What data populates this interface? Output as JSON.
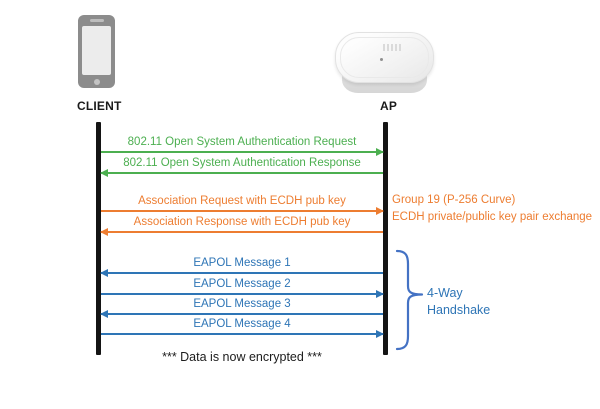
{
  "diagram": {
    "actors": [
      {
        "name": "CLIENT",
        "icon": "smartphone-icon"
      },
      {
        "name": "AP",
        "icon": "access-point-icon"
      }
    ],
    "messages": [
      {
        "label": "802.11 Open System Authentication Request",
        "direction": "right",
        "color": "#4CAF50"
      },
      {
        "label": "802.11 Open System Authentication Response",
        "direction": "left",
        "color": "#4CAF50"
      },
      {
        "label": "Association Request with ECDH pub key",
        "direction": "right",
        "color": "#ED7D31"
      },
      {
        "label": "Association Response with ECDH pub key",
        "direction": "left",
        "color": "#ED7D31"
      },
      {
        "label": "EAPOL Message 1",
        "direction": "left",
        "color": "#2E75B6"
      },
      {
        "label": "EAPOL Message 2",
        "direction": "right",
        "color": "#2E75B6"
      },
      {
        "label": "EAPOL Message 3",
        "direction": "left",
        "color": "#2E75B6"
      },
      {
        "label": "EAPOL Message 4",
        "direction": "right",
        "color": "#2E75B6"
      }
    ],
    "annotations": {
      "ecdh_note": {
        "line1": "Group 19 (P-256 Curve)",
        "line2": "ECDH private/public key pair exchange"
      },
      "handshake": {
        "line1": "4-Way",
        "line2": "Handshake"
      },
      "footer_note": "*** Data is now encrypted ***"
    },
    "colors": {
      "green": "#4CAF50",
      "orange": "#ED7D31",
      "blue": "#2E75B6",
      "brace": "#4472C4",
      "lifeline": "#141414",
      "text": "#1a1a1a"
    }
  }
}
